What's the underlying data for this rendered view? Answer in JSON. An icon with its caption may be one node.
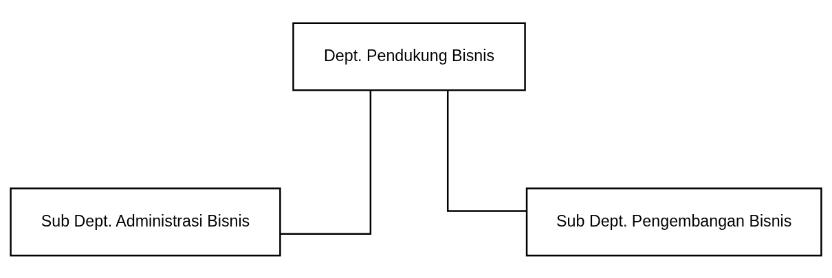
{
  "diagram": {
    "nodes": [
      {
        "text": [
          "Dept. Pendukung Bisnis"
        ]
      },
      {
        "text": [
          "Sub Dept. Administrasi Bisnis"
        ]
      },
      {
        "text": [
          "Sub Dept. Pengembangan Bisnis"
        ]
      }
    ],
    "edges": [
      {
        "from": 0,
        "to": 1,
        "arrow": "none"
      },
      {
        "from": 0,
        "to": 2,
        "arrow": "none"
      }
    ]
  }
}
